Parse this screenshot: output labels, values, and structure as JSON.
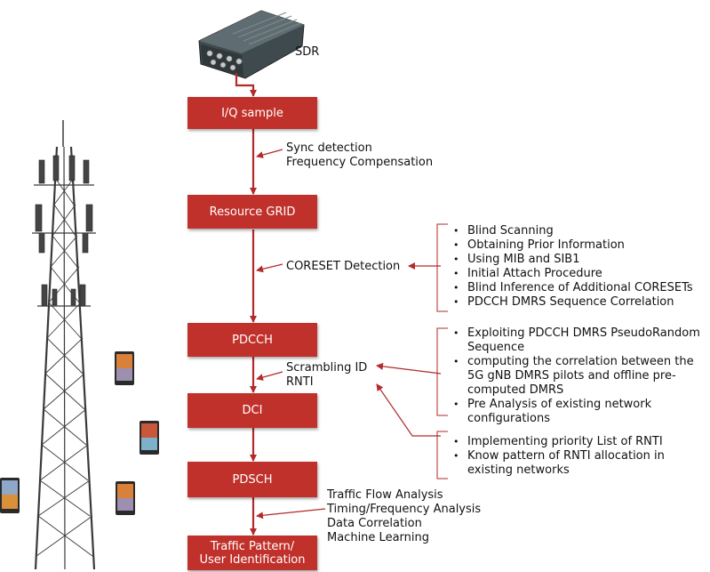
{
  "sdr_label": "SDR",
  "boxes": {
    "iq": "I/Q sample",
    "grid": "Resource GRID",
    "pdcch": "PDCCH",
    "dci": "DCI",
    "pdsch": "PDSCH",
    "traffic_1": "Traffic Pattern/",
    "traffic_2": "User Identification"
  },
  "labels": {
    "sync_1": "Sync detection",
    "sync_2": "Frequency Compensation",
    "coreset": "CORESET Detection",
    "scr_1": "Scrambling ID",
    "scr_2": "RNTI",
    "analysis": [
      "Traffic Flow Analysis",
      "Timing/Frequency Analysis",
      "Data Correlation",
      "Machine Learning"
    ]
  },
  "coreset_list": [
    "Blind Scanning",
    "Obtaining Prior Information",
    "Using MIB and SIB1",
    "Initial Attach Procedure",
    "Blind Inference of Additional CORESETs",
    "PDCCH DMRS Sequence Correlation"
  ],
  "scrambling_list": [
    "Exploiting PDCCH DMRS PseudoRandom Sequence",
    "computing the correlation between the 5G gNB DMRS pilots and offline pre-computed DMRS",
    "Pre Analysis of existing network configurations"
  ],
  "rnti_list": [
    "Implementing priority List of RNTI",
    "Know pattern of RNTI allocation in existing networks"
  ],
  "colors": {
    "box": "#c0312b",
    "arrow": "#b22a2a",
    "tower": "#3a3a3a"
  }
}
